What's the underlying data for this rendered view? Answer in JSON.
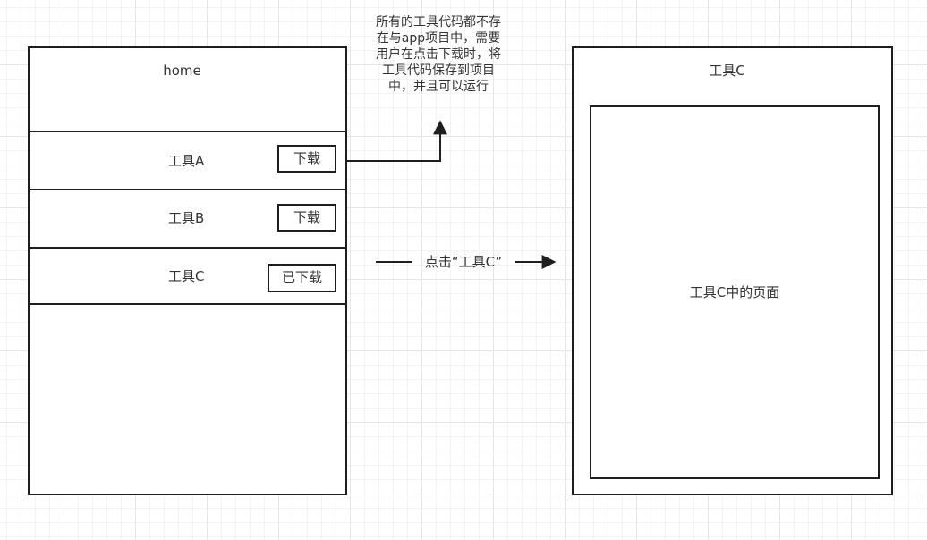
{
  "home_screen": {
    "title": "home",
    "tools": [
      {
        "name": "工具A",
        "button": "下载"
      },
      {
        "name": "工具B",
        "button": "下载"
      },
      {
        "name": "工具C",
        "button": "已下载"
      }
    ]
  },
  "annotation": {
    "lines": [
      "所有的工具代码都不存",
      "在与app项目中，需要",
      "用户在点击下载时，将",
      "工具代码保存到项目",
      "中，并且可以运行"
    ]
  },
  "transition": {
    "label": "点击“工具C”"
  },
  "tool_screen": {
    "title": "工具C",
    "content_label": "工具C中的页面"
  },
  "colors": {
    "stroke": "#1e1e1e",
    "text": "#333333",
    "grid": "#e6e6e6"
  }
}
